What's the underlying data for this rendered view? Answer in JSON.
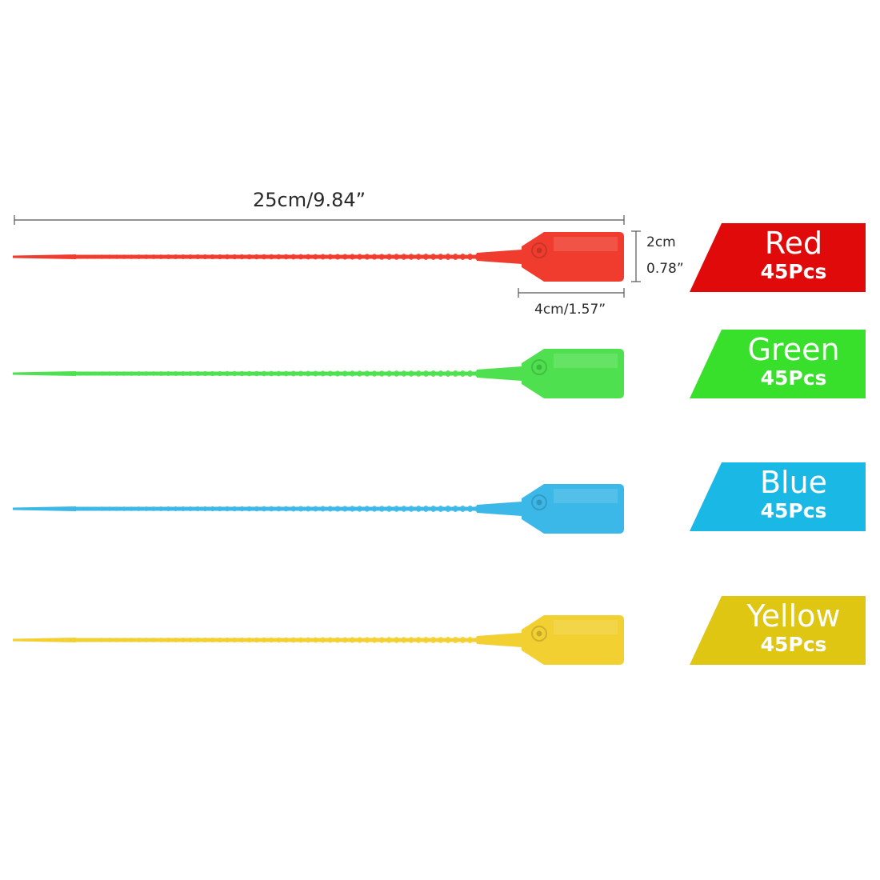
{
  "dimensions": {
    "length": "25cm/9.84”",
    "height_cm": "2cm",
    "height_in": "0.78”",
    "width": "4cm/1.57”"
  },
  "variants": [
    {
      "name": "Red",
      "count": "45Pcs",
      "color": "#f03c2e",
      "banner_color": "#e10a0a"
    },
    {
      "name": "Green",
      "count": "45Pcs",
      "color": "#4fe04f",
      "banner_color": "#38df2b"
    },
    {
      "name": "Blue",
      "count": "45Pcs",
      "color": "#3cb8e8",
      "banner_color": "#1ab8e4"
    },
    {
      "name": "Yellow",
      "count": "45Pcs",
      "color": "#f2d032",
      "banner_color": "#dfc613"
    }
  ]
}
